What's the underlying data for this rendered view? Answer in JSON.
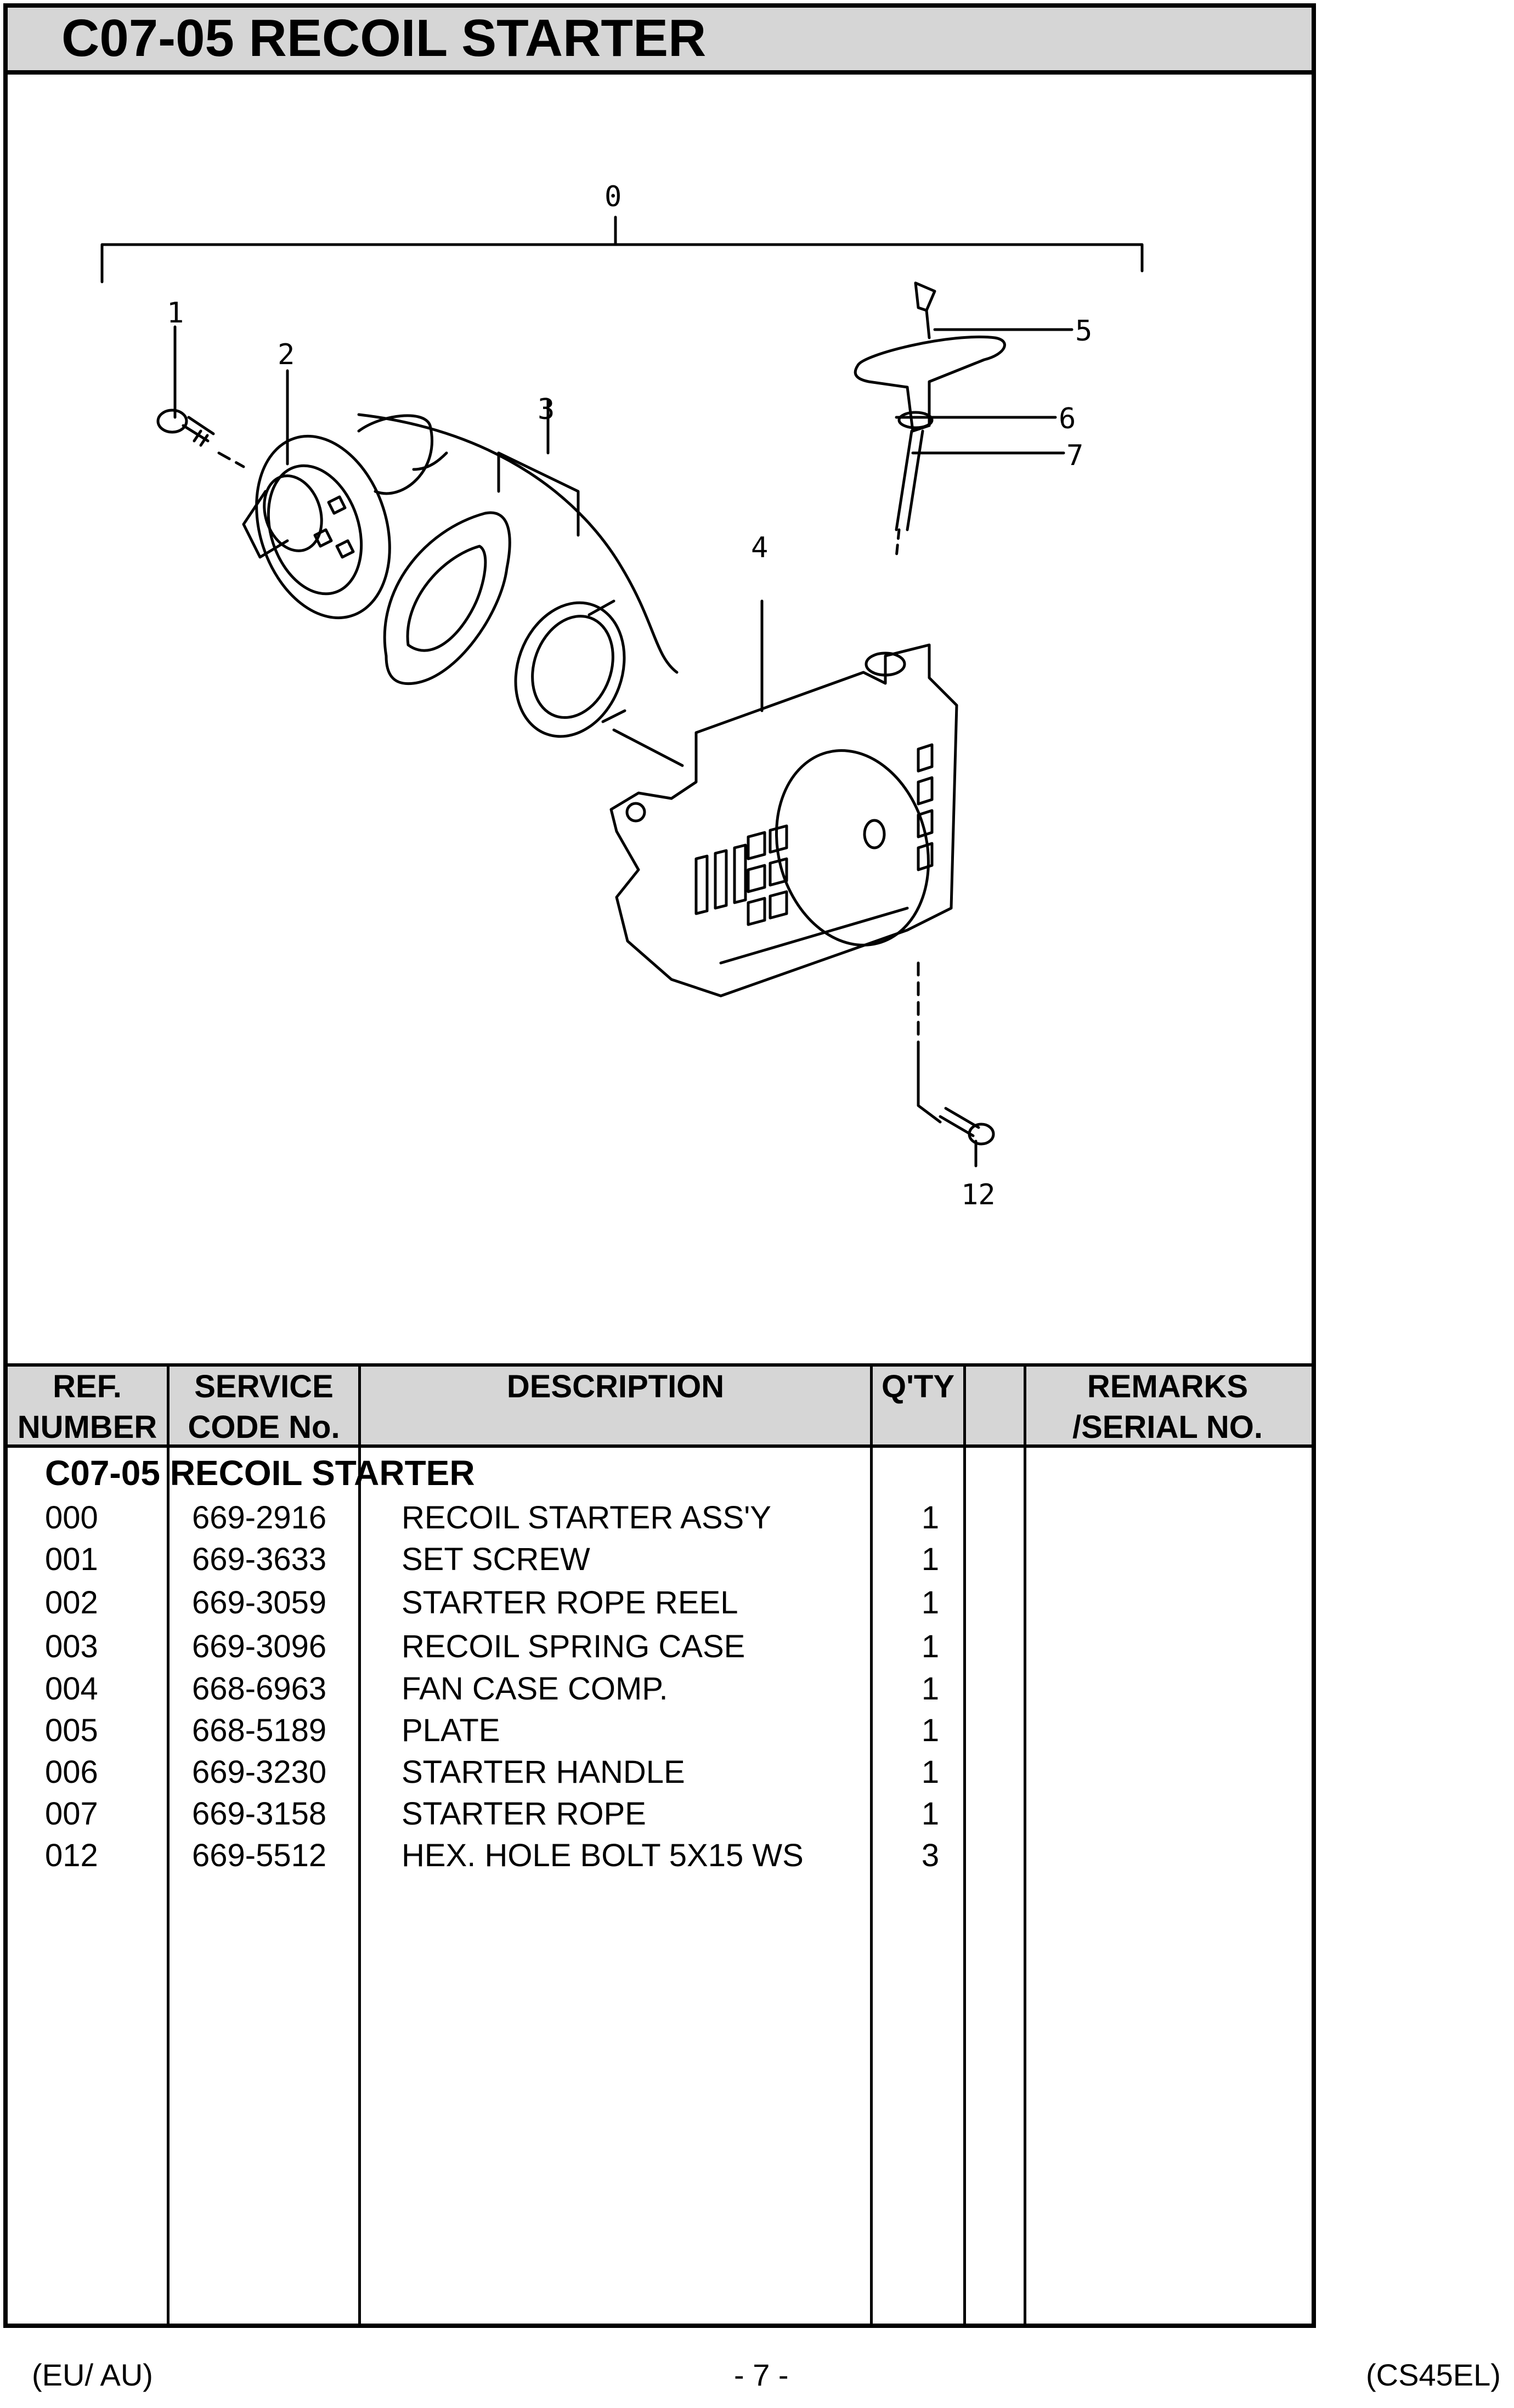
{
  "title": "C07-05 RECOIL STARTER",
  "diagram": {
    "callouts": [
      "0",
      "1",
      "2",
      "3",
      "4",
      "5",
      "6",
      "7",
      "12"
    ]
  },
  "table": {
    "headers": {
      "ref_line1": "REF.",
      "ref_line2": "NUMBER",
      "code_line1": "SERVICE",
      "code_line2": "CODE No.",
      "description": "DESCRIPTION",
      "qty": "Q'TY",
      "remarks_line1": "REMARKS",
      "remarks_line2": "/SERIAL NO."
    },
    "section": "C07-05 RECOIL STARTER",
    "rows": [
      {
        "ref": "000",
        "code": "669-2916",
        "description": "RECOIL STARTER ASS'Y",
        "qty": "1"
      },
      {
        "ref": "001",
        "code": "669-3633",
        "description": "SET SCREW",
        "qty": "1"
      },
      {
        "ref": "002",
        "code": "669-3059",
        "description": "STARTER ROPE REEL",
        "qty": "1"
      },
      {
        "ref": "003",
        "code": "669-3096",
        "description": "RECOIL SPRING CASE",
        "qty": "1"
      },
      {
        "ref": "004",
        "code": "668-6963",
        "description": "FAN CASE COMP.",
        "qty": "1"
      },
      {
        "ref": "005",
        "code": "668-5189",
        "description": "PLATE",
        "qty": "1"
      },
      {
        "ref": "006",
        "code": "669-3230",
        "description": "STARTER HANDLE",
        "qty": "1"
      },
      {
        "ref": "007",
        "code": "669-3158",
        "description": "STARTER ROPE",
        "qty": "1"
      },
      {
        "ref": "012",
        "code": "669-5512",
        "description": "HEX. HOLE BOLT 5X15 WS",
        "qty": "3"
      }
    ]
  },
  "footer": {
    "left": "(EU/ AU)",
    "center": "- 7 -",
    "right": "(CS45EL)"
  }
}
